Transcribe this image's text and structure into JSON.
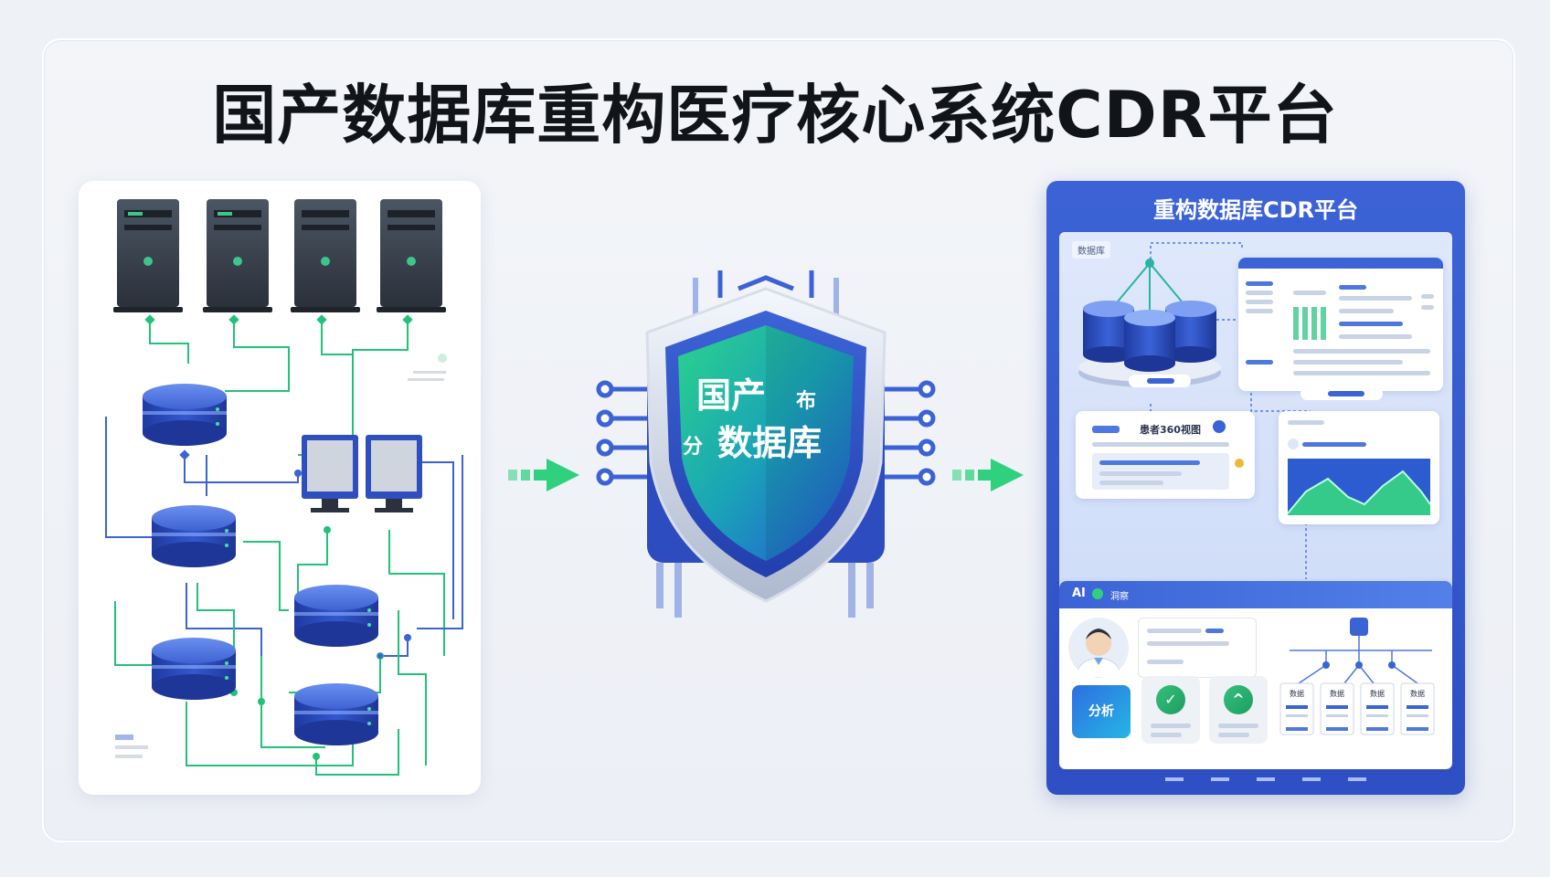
{
  "page": {
    "title": "国产数据库重构医疗核心系统CDR平台"
  },
  "shield": {
    "line1_main": "国产",
    "line1_small": "布",
    "line2_small": "分",
    "line2_main": "数据库"
  },
  "right_panel": {
    "title": "重构数据库CDR平台",
    "tag": "数据库",
    "patient_card_label": "患者360视图",
    "ai_label": "AI",
    "ai_sub": "洞察",
    "analysis_button": "分析",
    "mini_labels": [
      "数据",
      "数据",
      "数据",
      "数据"
    ]
  },
  "colors": {
    "accent_blue": "#3c63d6",
    "accent_green": "#22c27a",
    "arrow_green": "#2fd17f"
  }
}
